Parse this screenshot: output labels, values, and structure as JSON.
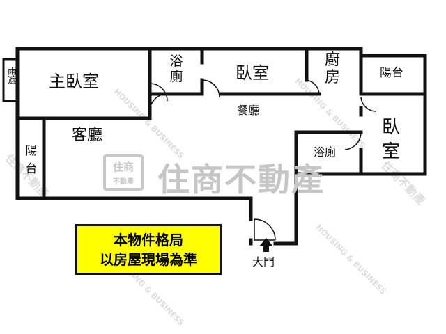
{
  "rooms": {
    "master_bedroom": "主臥室",
    "bath_top": "浴\n廁",
    "bedroom_top": "臥室",
    "kitchen": "廚\n房",
    "balcony_top": "陽台",
    "balcony_left_small": "雨遮",
    "dining": "餐廳",
    "living": "客廳",
    "balcony_left": "陽\n台",
    "bath_mid": "浴廁",
    "bedroom_right": "臥\n室",
    "entrance": "大門"
  },
  "note": {
    "line1": "本物件格局",
    "line2": "以房屋現場為準"
  },
  "logo": {
    "small_top": "住商",
    "small_bottom": "不動產",
    "big": "住商不動產"
  },
  "watermark": {
    "text": "HOUSING & BUSINESS",
    "text_cn": "住商不動產"
  },
  "colors": {
    "wall": "#111111",
    "note_bg": "#ffff00",
    "logo": "#c6c6c6"
  }
}
